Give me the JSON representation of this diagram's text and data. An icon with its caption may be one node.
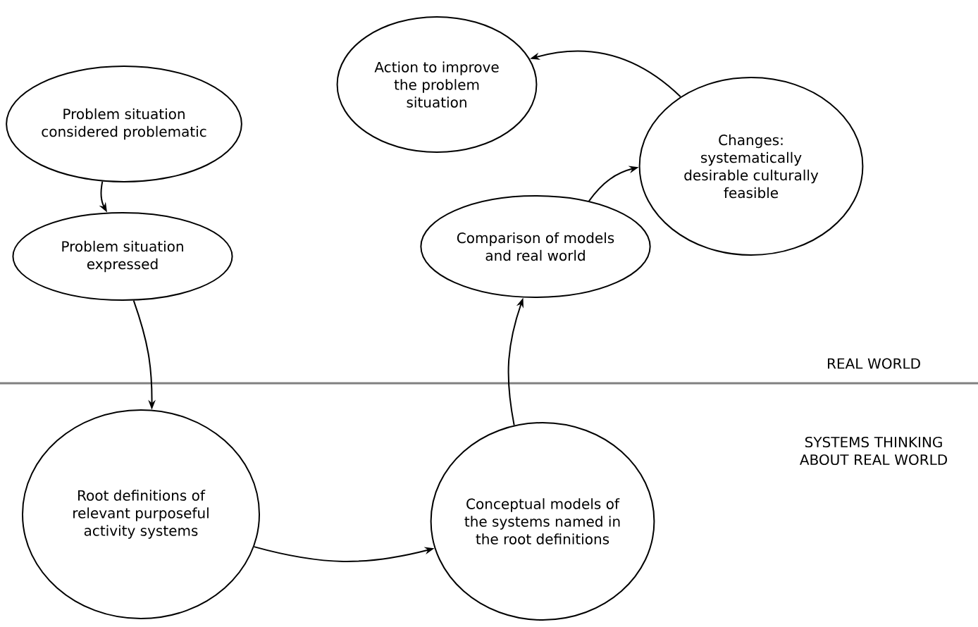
{
  "diagram": {
    "nodes": [
      {
        "text": [
          "Problem situation considered problematic"
        ]
      },
      {
        "text": [
          "Problem situation expressed"
        ]
      },
      {
        "text": [
          "Root definitions of relevant purposeful activity systems"
        ]
      },
      {
        "text": [
          "Conceptual models of the systems named in the root definitions"
        ]
      },
      {
        "text": [
          "Comparison of models and real world"
        ]
      },
      {
        "text": [
          "Action to improve the problem situation"
        ]
      },
      {
        "text": [
          "Changes: systematically desirable culturally feasible"
        ]
      }
    ],
    "edges": [
      {
        "from": 0,
        "to": 1,
        "arrow": "to"
      },
      {
        "from": 1,
        "to": 2,
        "arrow": "to"
      },
      {
        "from": 2,
        "to": 3,
        "arrow": "to"
      },
      {
        "from": 3,
        "to": 4,
        "arrow": "to"
      },
      {
        "from": 4,
        "to": 6,
        "arrow": "to"
      },
      {
        "from": 6,
        "to": 5,
        "arrow": "to"
      }
    ],
    "labels": [
      "REAL WORLD",
      "SYSTEMS THINKING ABOUT REAL WORLD"
    ]
  }
}
